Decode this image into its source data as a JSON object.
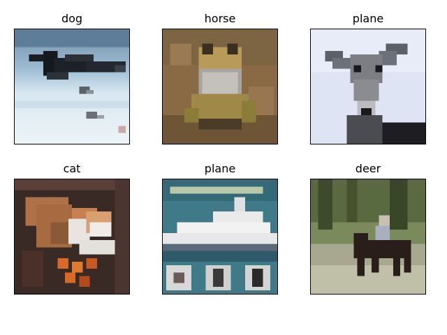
{
  "grid": {
    "rows": 2,
    "cols": 3,
    "images": [
      {
        "title": "dog",
        "depicts": "airplane-photo"
      },
      {
        "title": "horse",
        "depicts": "frog-photo"
      },
      {
        "title": "plane",
        "depicts": "deer-photo"
      },
      {
        "title": "cat",
        "depicts": "cat-photo"
      },
      {
        "title": "plane",
        "depicts": "ship-photo"
      },
      {
        "title": "deer",
        "depicts": "horse-rider-photo"
      }
    ]
  }
}
